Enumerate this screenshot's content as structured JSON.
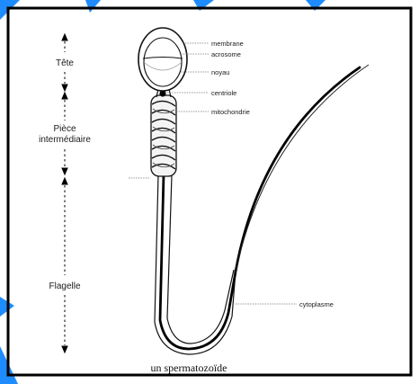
{
  "diagram": {
    "caption": "un spermatozoïde",
    "regions": {
      "head": "Tête",
      "midpiece_line1": "Pièce",
      "midpiece_line2": "intermédiaire",
      "flagellum": "Flagelle"
    },
    "structure_labels": {
      "membrane": "membrane",
      "acrosome": "acrosome",
      "nucleus": "noyau",
      "centriole": "centriole",
      "mitochondria": "mitochondrie",
      "cytoplasm": "cytoplasme"
    }
  },
  "colors": {
    "frame": "#000000",
    "corner_accent": "#1e8cff",
    "ink": "#111111",
    "leader_line": "#777777"
  }
}
